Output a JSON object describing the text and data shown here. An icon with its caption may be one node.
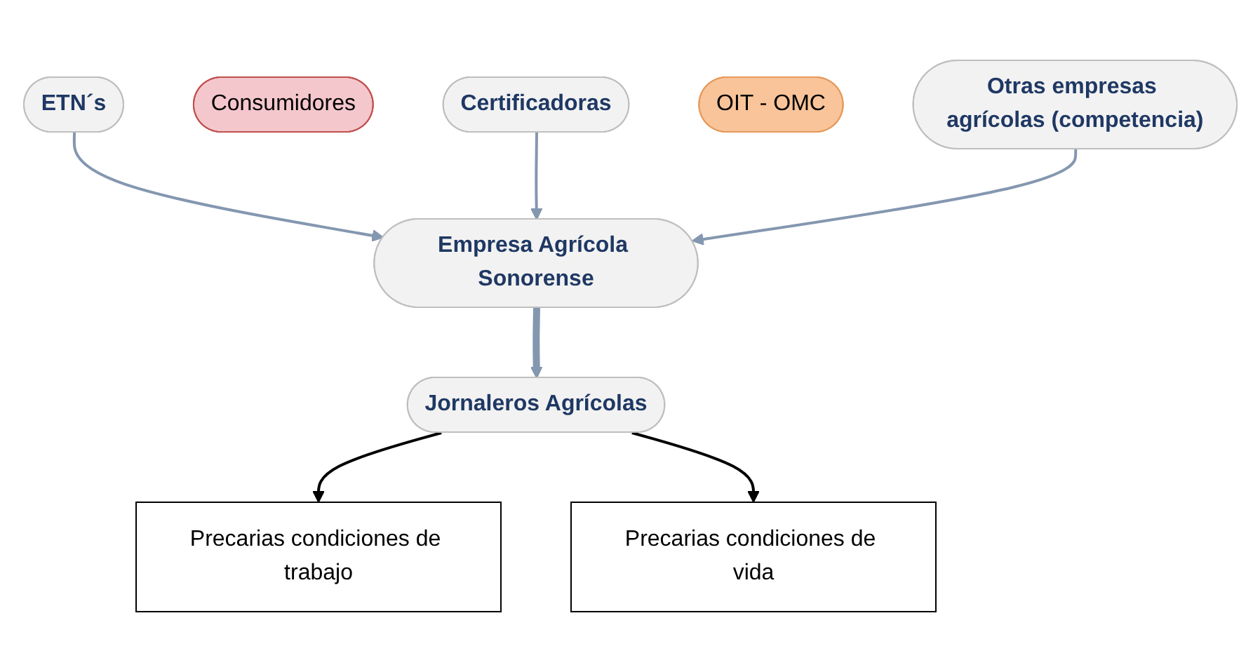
{
  "diagram": {
    "nodes": [
      {
        "text": [
          "ETN´s"
        ]
      },
      {
        "text": [
          "Consumidores"
        ]
      },
      {
        "text": [
          "Certificadoras"
        ]
      },
      {
        "text": [
          "OIT - OMC"
        ]
      },
      {
        "text": [
          "Otras empresas agrícolas (competencia)"
        ]
      },
      {
        "text": [
          "Empresa Agrícola Sonorense"
        ]
      },
      {
        "text": [
          "Jornaleros Agrícolas"
        ]
      },
      {
        "text": [
          "Precarias condiciones de trabajo"
        ]
      },
      {
        "text": [
          "Precarias condiciones de vida"
        ]
      }
    ],
    "edges": [
      {
        "from": 0,
        "to": 5,
        "arrow": "to"
      },
      {
        "from": 2,
        "to": 5,
        "arrow": "to"
      },
      {
        "from": 4,
        "to": 5,
        "arrow": "to"
      },
      {
        "from": 5,
        "to": 6,
        "arrow": "to",
        "style": "thick"
      },
      {
        "from": 6,
        "to": 7,
        "arrow": "to",
        "color": "#000000"
      },
      {
        "from": 6,
        "to": 8,
        "arrow": "to",
        "color": "#000000"
      }
    ]
  }
}
